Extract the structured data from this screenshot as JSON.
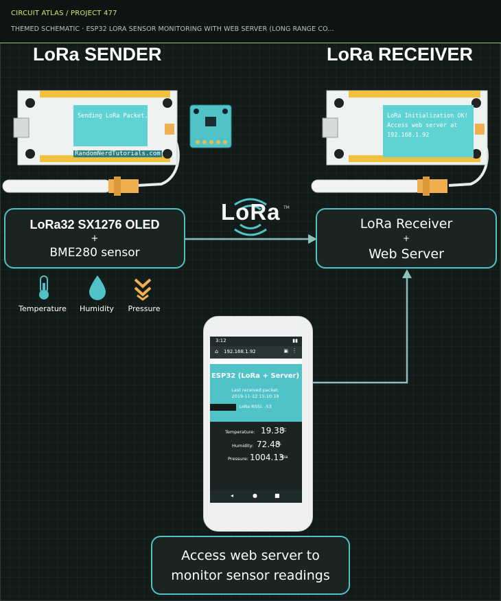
{
  "header": {
    "breadcrumb": "CIRCUIT ATLAS / PROJECT 477",
    "subtitle": "THEMED SCHEMATIC · ESP32 LORA SENSOR MONITORING WITH WEB SERVER (LONG RANGE CO..."
  },
  "sender": {
    "heading": "LoRa SENDER",
    "oled_text": "Sending LoRa Packet...",
    "board_label": "RandomNerdTutorials.com",
    "box_line1": "LoRa32 SX1276 OLED",
    "box_line2": "+",
    "box_line3": "BME280 sensor"
  },
  "receiver": {
    "heading": "LoRa RECEIVER",
    "oled_line1": "LoRa Initialization OK!",
    "oled_line2": "Access web server at",
    "oled_line3": "192.168.1.92",
    "box_line1": "LoRa Receiver",
    "box_line2": "+",
    "box_line3": "Web Server"
  },
  "lora_logo": "LoRa",
  "lora_tm": "TM",
  "icons": [
    {
      "label": "Temperature",
      "icon": "thermometer-icon"
    },
    {
      "label": "Humidity",
      "icon": "droplet-icon"
    },
    {
      "label": "Pressure",
      "icon": "chevrons-down-icon"
    }
  ],
  "phone": {
    "time": "3:12",
    "address": "192.168.1.92",
    "page_title": "ESP32 (LoRa + Server)",
    "last_packet_label": "Last received packet:",
    "last_packet_time": "2019-11-12 15:10:19",
    "rssi_label": "LoRa RSSI: -53",
    "readings": [
      {
        "label": "Temperature:",
        "value": "19.38",
        "unit": "°C"
      },
      {
        "label": "Humidity:",
        "value": "72.48",
        "unit": "%"
      },
      {
        "label": "Pressure:",
        "value": "1004.13",
        "unit": "hpa"
      }
    ]
  },
  "bottom_box": {
    "line1": "Access web server to",
    "line2": "monitor sensor readings"
  },
  "colors": {
    "accent": "#4fc3c7",
    "connector": "#f0b050",
    "highlight": "#d8e86a"
  }
}
